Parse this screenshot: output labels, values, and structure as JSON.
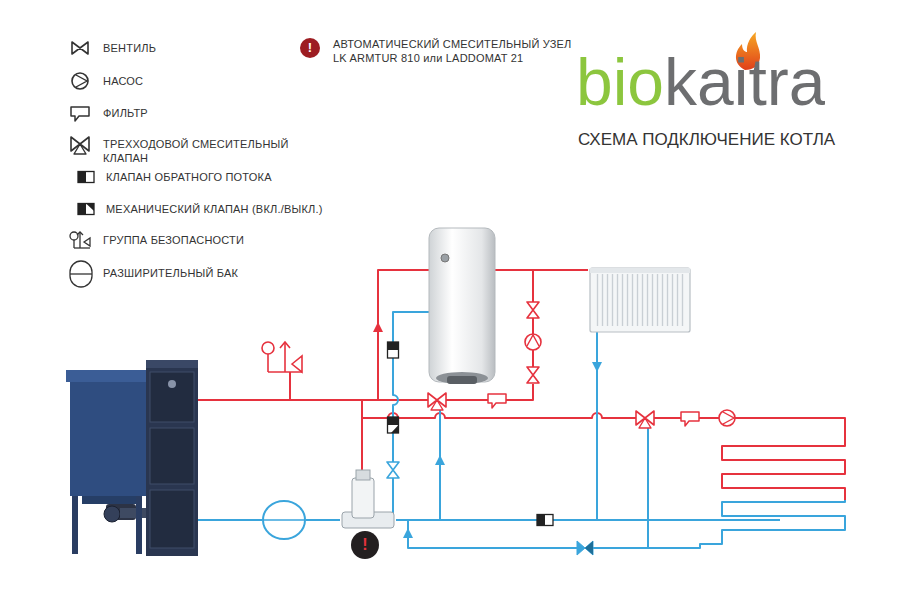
{
  "diagram": {
    "title": "СХЕМА ПОДКЛЮЧЕНИЕ КОТЛА",
    "nodes": [
      {
        "text": [
          "!"
        ]
      }
    ],
    "labels": [
      "biokaitra",
      "!"
    ],
    "legend": [
      {
        "text": "ВЕНТИЛЬ"
      },
      {
        "text": "НАСОС"
      },
      {
        "text": "ФИЛЬТР"
      },
      {
        "text": "ТРЕХХОДОВОЙ СМЕСИТЕЛЬНЫЙ КЛАПАН"
      },
      {
        "text": "КЛАПАН ОБРАТНОГО ПОТОКА"
      },
      {
        "text": "МЕХАНИЧЕСКИЙ КЛАПАН (ВКЛ./ВЫКЛ.)"
      },
      {
        "text": "ГРУППА БЕЗОПАСНОСТИ"
      },
      {
        "text": "РАЗШИРИТЕЛЬНЫЙ БАК"
      },
      {
        "text": "АВТОМАТИЧЕСКИЙ СМЕСИТЕЛЬНЫЙ УЗЕЛ LK ARMTUR 810 или LADDOMAT 21"
      }
    ]
  }
}
